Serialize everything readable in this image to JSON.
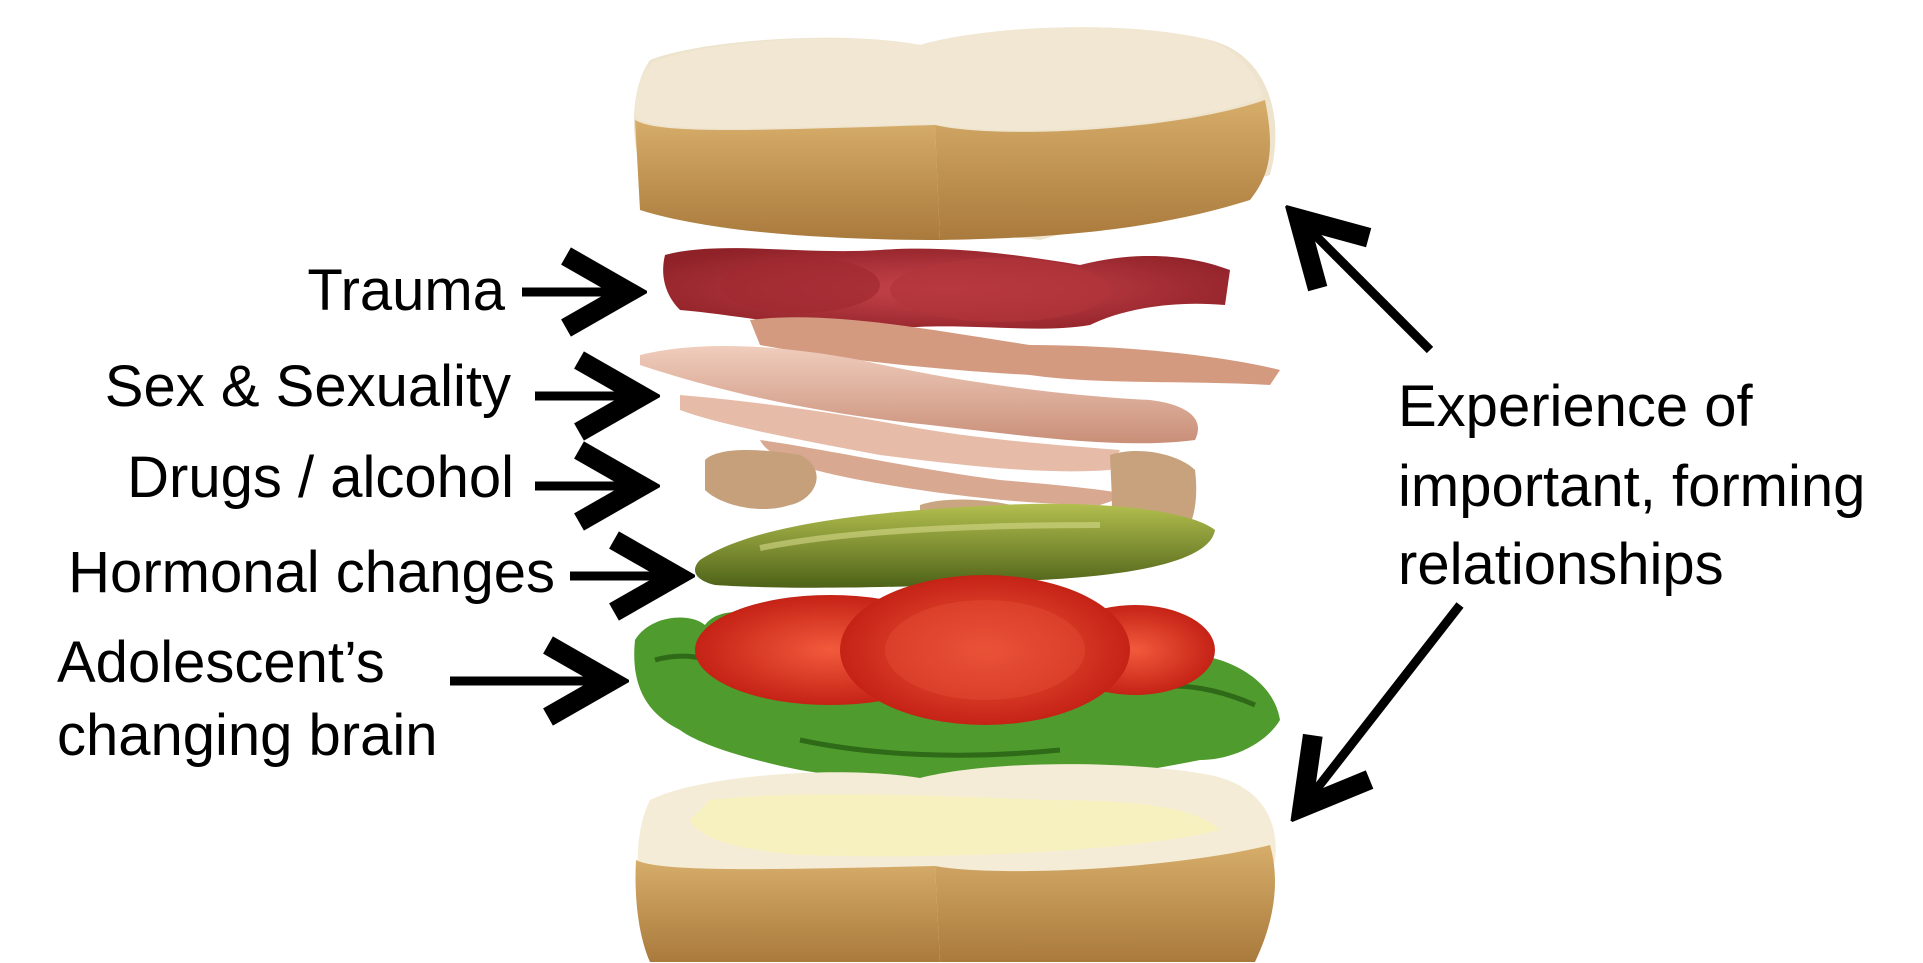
{
  "labels": {
    "trauma": "Trauma",
    "sex_sexuality": "Sex & Sexuality",
    "drugs_alcohol": "Drugs / alcohol",
    "hormonal_changes": "Hormonal changes",
    "adolescent_brain_line1": "Adolescent’s",
    "adolescent_brain_line2": "changing brain",
    "relationships_line1": "Experience of",
    "relationships_line2": "important, forming",
    "relationships_line3": "relationships"
  },
  "layers": [
    {
      "name": "top-bread",
      "color": "#e9dcc3"
    },
    {
      "name": "salami",
      "color": "#b8333a"
    },
    {
      "name": "ham",
      "color": "#e2b8a4"
    },
    {
      "name": "sauce",
      "color": "#c9a27e"
    },
    {
      "name": "pickle",
      "color": "#8c9a32"
    },
    {
      "name": "tomato",
      "color": "#e23a26"
    },
    {
      "name": "lettuce",
      "color": "#4d9a2b"
    },
    {
      "name": "bottom-bread",
      "color": "#f1e8c8"
    }
  ],
  "colors": {
    "text": "#000000",
    "arrow": "#000000",
    "crust": "#c89a55"
  }
}
